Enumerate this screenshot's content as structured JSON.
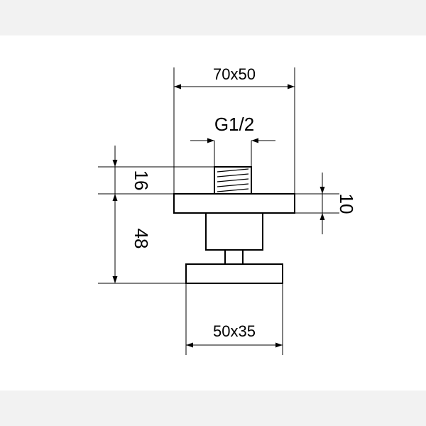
{
  "drawing": {
    "top_width_label": "70x50",
    "thread_label": "G1/2",
    "height_16_label": "16",
    "height_48_label": "48",
    "flange_thickness_label": "10",
    "bottom_width_label": "50x35"
  },
  "colors": {
    "line": "#000000",
    "band": "#f2f2f2",
    "background": "#ffffff"
  }
}
